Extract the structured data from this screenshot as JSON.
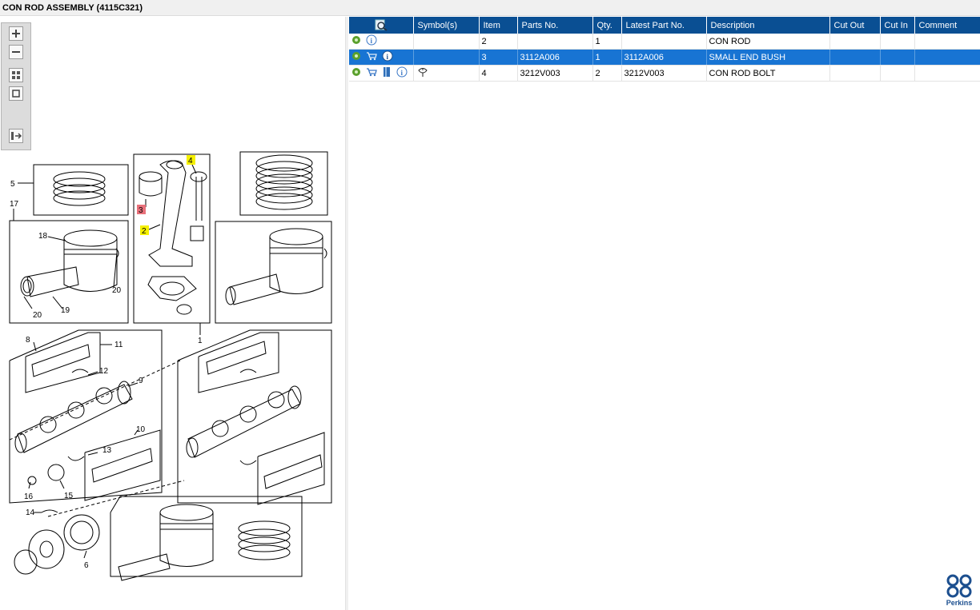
{
  "window": {
    "title": "CON ROD ASSEMBLY (4115C321)"
  },
  "toolbar": {
    "zoom_in": "zoom-in-icon",
    "zoom_out": "zoom-out-icon",
    "fit_all": "fit-all-icon",
    "fit_page": "fit-page-icon",
    "toggle_list": "list-arrow-icon"
  },
  "diagram": {
    "labels": [
      "5",
      "17",
      "18",
      "20",
      "19",
      "20",
      "3",
      "2",
      "4",
      "1",
      "8",
      "11",
      "12",
      "9",
      "10",
      "13",
      "16",
      "15",
      "14",
      "6"
    ]
  },
  "table": {
    "columns": [
      "",
      "Symbol(s)",
      "Item",
      "Parts No.",
      "Qty.",
      "Latest Part No.",
      "Description",
      "Cut Out",
      "Cut In",
      "Comment"
    ],
    "rows": [
      {
        "item": "2",
        "parts_no": "",
        "qty": "1",
        "latest": "",
        "description": "CON ROD",
        "cut_out": "",
        "cut_in": "",
        "comment": "",
        "icons": [
          "gear-icon",
          "info-icon"
        ],
        "symbol": ""
      },
      {
        "item": "3",
        "parts_no": "3112A006",
        "qty": "1",
        "latest": "3112A006",
        "description": "SMALL END BUSH",
        "cut_out": "",
        "cut_in": "",
        "comment": "",
        "icons": [
          "gear-icon",
          "cart-icon",
          "info-icon"
        ],
        "symbol": ""
      },
      {
        "item": "4",
        "parts_no": "3212V003",
        "qty": "2",
        "latest": "3212V003",
        "description": "CON ROD BOLT",
        "cut_out": "",
        "cut_in": "",
        "comment": "",
        "icons": [
          "gear-icon",
          "cart-icon",
          "book-icon",
          "info-icon"
        ],
        "symbol": "torque-symbol-icon"
      }
    ]
  },
  "brand": {
    "name": "Perkins",
    "color": "#1c4f8f"
  },
  "colors": {
    "header": "#0a4f93",
    "selected": "#1874d3",
    "highlight_yellow": "#f5f000",
    "highlight_red": "#e8707a"
  }
}
